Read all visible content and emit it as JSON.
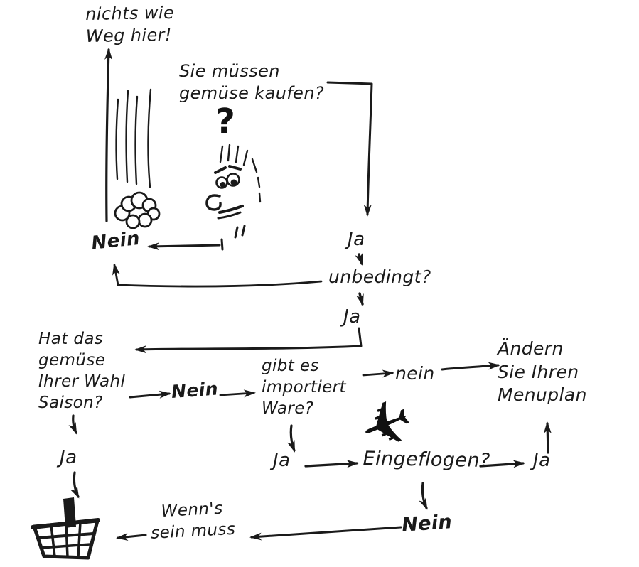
{
  "diagram": {
    "language": "de",
    "topic": "Gemüse kaufen Entscheidungs-Flussdiagramm (handgezeichnet)"
  },
  "colors": {
    "ink": "#1a1a1a",
    "background": "#ffffff"
  },
  "nodes": {
    "escape_note": "nichts wie\nWeg hier!",
    "buy_question": "Sie müssen\ngemüse kaufen?",
    "big_question_mark": "?",
    "nein_top": "Nein",
    "ja_buy": "Ja",
    "unbedingt_question": "unbedingt?",
    "ja_unbedingt": "Ja",
    "season_question": "Hat das\ngemüse\nIhrer Wahl\nSaison?",
    "nein_season": "Nein",
    "import_question": "gibt es\nimportiert\nWare?",
    "nein_import": "nein",
    "menuplan_action": "Ändern\nSie Ihren\nMenuplan",
    "ja_season": "Ja",
    "ja_import": "Ja",
    "eingeflogen_question": "Eingeflogen?",
    "ja_eingeflogen": "Ja",
    "nein_eingeflogen": "Nein",
    "wenns_note": "Wenn's\nsein muss"
  },
  "icons": {
    "airplane": "✈",
    "basket": "shopping-basket-drawing",
    "worried_face": "worried-face-drawing",
    "dust_cloud": "dust-cloud-drawing"
  },
  "edges": [
    {
      "from": "buy_question",
      "to": "ja_buy"
    },
    {
      "from": "ja_buy",
      "to": "unbedingt_question"
    },
    {
      "from": "worried_face",
      "to": "nein_top"
    },
    {
      "from": "nein_top",
      "to": "escape_note"
    },
    {
      "from": "unbedingt_question",
      "to": "nein_top"
    },
    {
      "from": "unbedingt_question",
      "to": "ja_unbedingt"
    },
    {
      "from": "ja_unbedingt",
      "to": "season_question"
    },
    {
      "from": "season_question",
      "to": "nein_season"
    },
    {
      "from": "nein_season",
      "to": "import_question"
    },
    {
      "from": "import_question",
      "to": "nein_import"
    },
    {
      "from": "nein_import",
      "to": "menuplan_action"
    },
    {
      "from": "import_question",
      "to": "ja_import"
    },
    {
      "from": "ja_import",
      "to": "eingeflogen_question"
    },
    {
      "from": "eingeflogen_question",
      "to": "ja_eingeflogen"
    },
    {
      "from": "ja_eingeflogen",
      "to": "menuplan_action"
    },
    {
      "from": "eingeflogen_question",
      "to": "nein_eingeflogen"
    },
    {
      "from": "nein_eingeflogen",
      "to": "wenns_note"
    },
    {
      "from": "wenns_note",
      "to": "basket"
    },
    {
      "from": "season_question",
      "to": "ja_season"
    },
    {
      "from": "ja_season",
      "to": "basket"
    }
  ]
}
